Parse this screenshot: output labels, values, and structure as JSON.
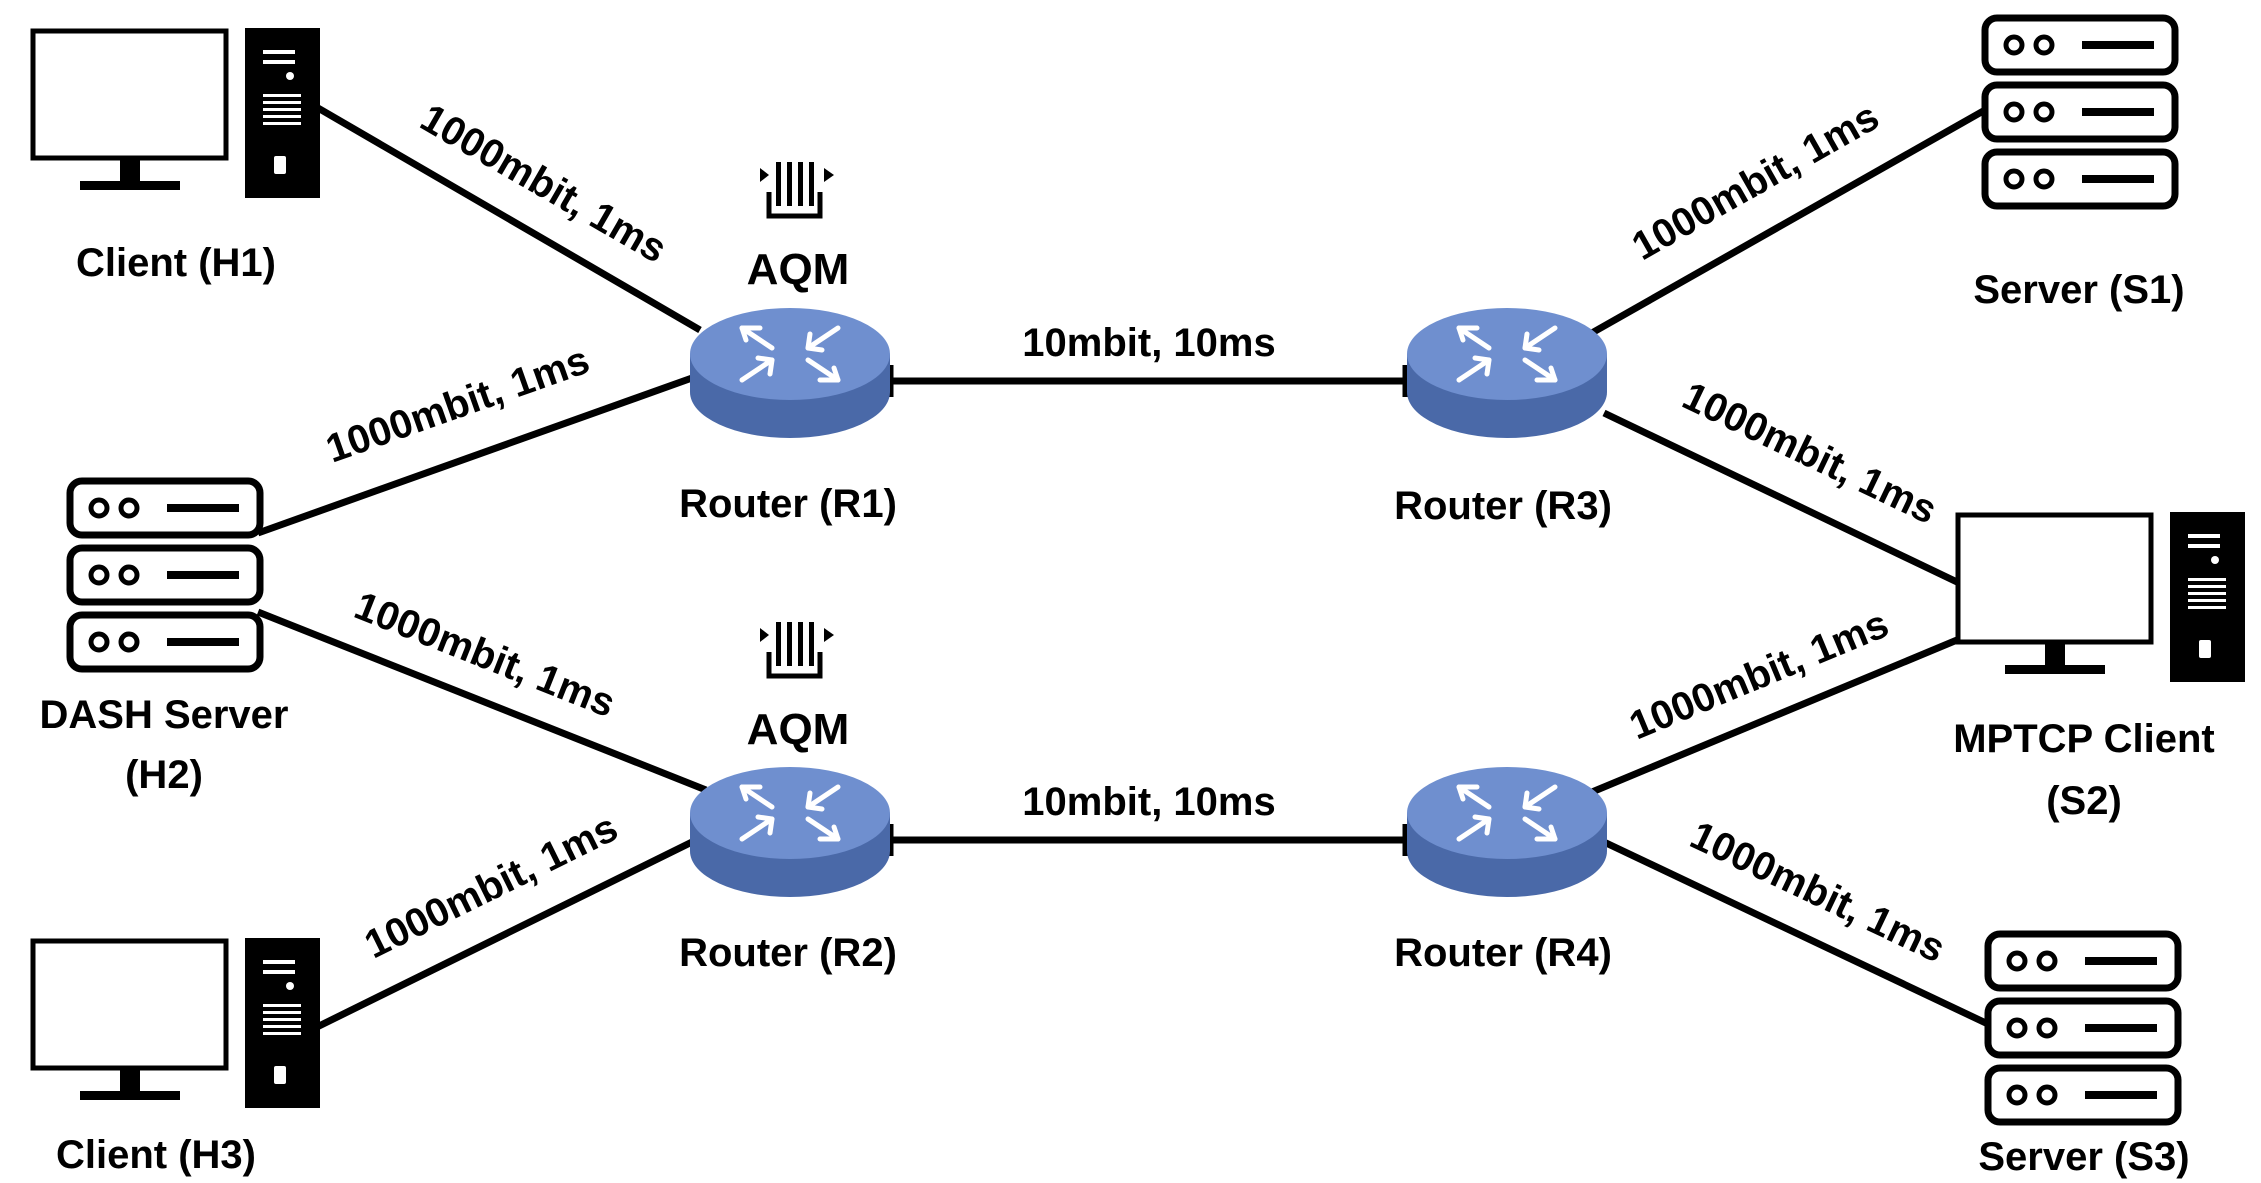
{
  "colors": {
    "line": "#000000",
    "router_top": "#6f8fcf",
    "router_side": "#4a69a8",
    "router_arrows": "#ffffff"
  },
  "nodes": {
    "h1": {
      "label": "Client (H1)",
      "icon": "desktop-computer-icon"
    },
    "h2": {
      "label_line1": "DASH Server",
      "label_line2": "(H2)",
      "icon": "server-rack-icon"
    },
    "h3": {
      "label": "Client (H3)",
      "icon": "desktop-computer-icon"
    },
    "r1": {
      "label": "Router (R1)",
      "icon": "router-icon"
    },
    "r2": {
      "label": "Router (R2)",
      "icon": "router-icon"
    },
    "r3": {
      "label": "Router (R3)",
      "icon": "router-icon"
    },
    "r4": {
      "label": "Router (R4)",
      "icon": "router-icon"
    },
    "s1": {
      "label": "Server (S1)",
      "icon": "server-rack-icon"
    },
    "s2": {
      "label_line1": "MPTCP Client",
      "label_line2": "(S2)",
      "icon": "desktop-computer-icon"
    },
    "s3": {
      "label": "Server (S3)",
      "icon": "server-rack-icon"
    }
  },
  "aqm": {
    "r1": {
      "label": "AQM",
      "icon": "queue-icon"
    },
    "r2": {
      "label": "AQM",
      "icon": "queue-icon"
    }
  },
  "links": {
    "h1_r1": "1000mbit, 1ms",
    "h2_r1": "1000mbit, 1ms",
    "h2_r2": "1000mbit, 1ms",
    "h3_r2": "1000mbit, 1ms",
    "r1_r3": "10mbit, 10ms",
    "r2_r4": "10mbit, 10ms",
    "r3_s1": "1000mbit, 1ms",
    "r3_s2": "1000mbit, 1ms",
    "r4_s2": "1000mbit, 1ms",
    "r4_s3": "1000mbit, 1ms"
  }
}
